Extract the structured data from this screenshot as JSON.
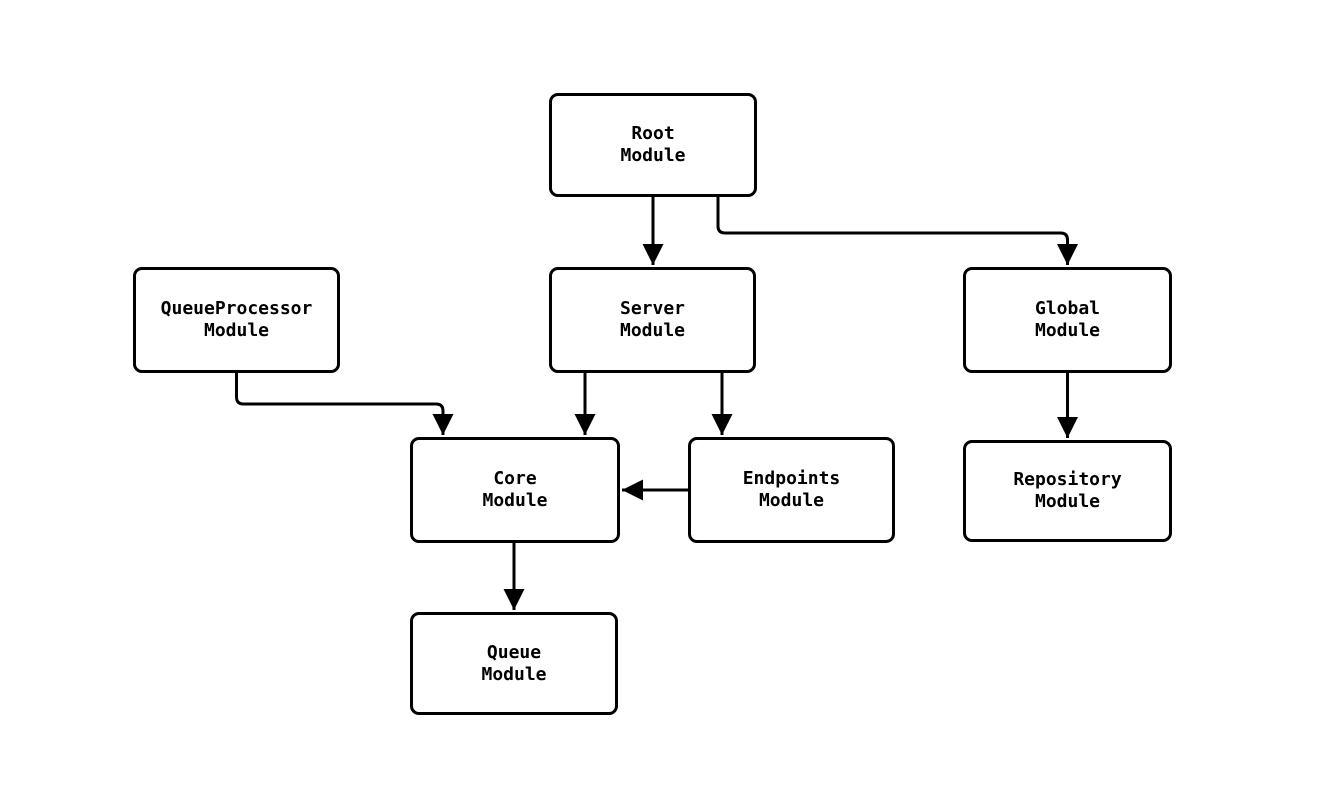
{
  "diagram": {
    "type": "flowchart",
    "nodes": [
      {
        "id": "root",
        "label": "Root\nModule"
      },
      {
        "id": "queueprocessor",
        "label": "QueueProcessor\nModule"
      },
      {
        "id": "server",
        "label": "Server\nModule"
      },
      {
        "id": "global",
        "label": "Global\nModule"
      },
      {
        "id": "core",
        "label": "Core\nModule"
      },
      {
        "id": "endpoints",
        "label": "Endpoints\nModule"
      },
      {
        "id": "repository",
        "label": "Repository\nModule"
      },
      {
        "id": "queue",
        "label": "Queue\nModule"
      }
    ],
    "edges": [
      {
        "from": "root",
        "to": "server"
      },
      {
        "from": "root",
        "to": "global"
      },
      {
        "from": "queueprocessor",
        "to": "core"
      },
      {
        "from": "server",
        "to": "core"
      },
      {
        "from": "server",
        "to": "endpoints"
      },
      {
        "from": "endpoints",
        "to": "core"
      },
      {
        "from": "global",
        "to": "repository"
      },
      {
        "from": "core",
        "to": "queue"
      }
    ],
    "colors": {
      "background": "#ffffff",
      "node_fill": "#ffffff",
      "node_border": "#000000",
      "edge": "#000000",
      "text": "#000000"
    }
  }
}
